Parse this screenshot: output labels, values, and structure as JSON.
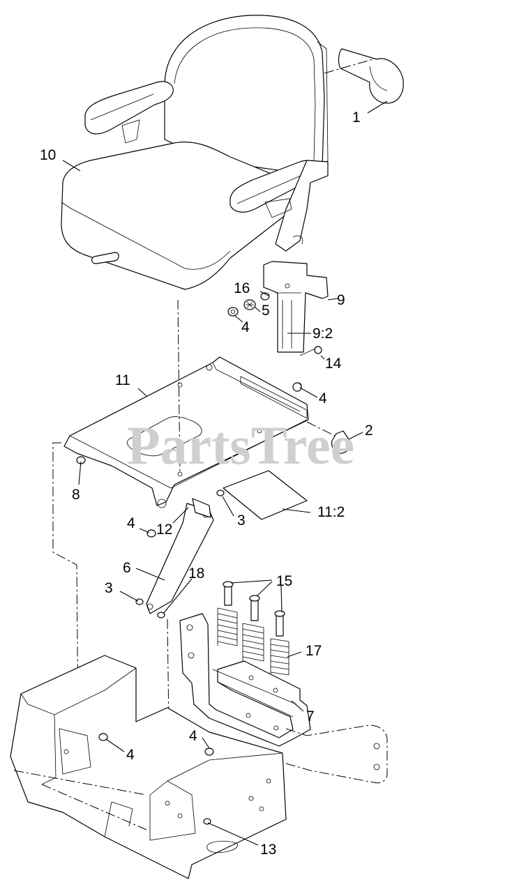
{
  "watermark": "PartsTree",
  "callouts": [
    {
      "id": "c1",
      "label": "1"
    },
    {
      "id": "c2",
      "label": "2"
    },
    {
      "id": "c3a",
      "label": "3"
    },
    {
      "id": "c3b",
      "label": "3"
    },
    {
      "id": "c4a",
      "label": "4"
    },
    {
      "id": "c4b",
      "label": "4"
    },
    {
      "id": "c4c",
      "label": "4"
    },
    {
      "id": "c4d",
      "label": "4"
    },
    {
      "id": "c4e",
      "label": "4"
    },
    {
      "id": "c5",
      "label": "5"
    },
    {
      "id": "c6",
      "label": "6"
    },
    {
      "id": "c7",
      "label": "7"
    },
    {
      "id": "c8",
      "label": "8"
    },
    {
      "id": "c9",
      "label": "9"
    },
    {
      "id": "c92",
      "label": "9:2"
    },
    {
      "id": "c10",
      "label": "10"
    },
    {
      "id": "c11",
      "label": "11"
    },
    {
      "id": "c112",
      "label": "11:2"
    },
    {
      "id": "c12",
      "label": "12"
    },
    {
      "id": "c13",
      "label": "13"
    },
    {
      "id": "c14",
      "label": "14"
    },
    {
      "id": "c15",
      "label": "15"
    },
    {
      "id": "c16",
      "label": "16"
    },
    {
      "id": "c17",
      "label": "17"
    },
    {
      "id": "c18",
      "label": "18"
    }
  ]
}
